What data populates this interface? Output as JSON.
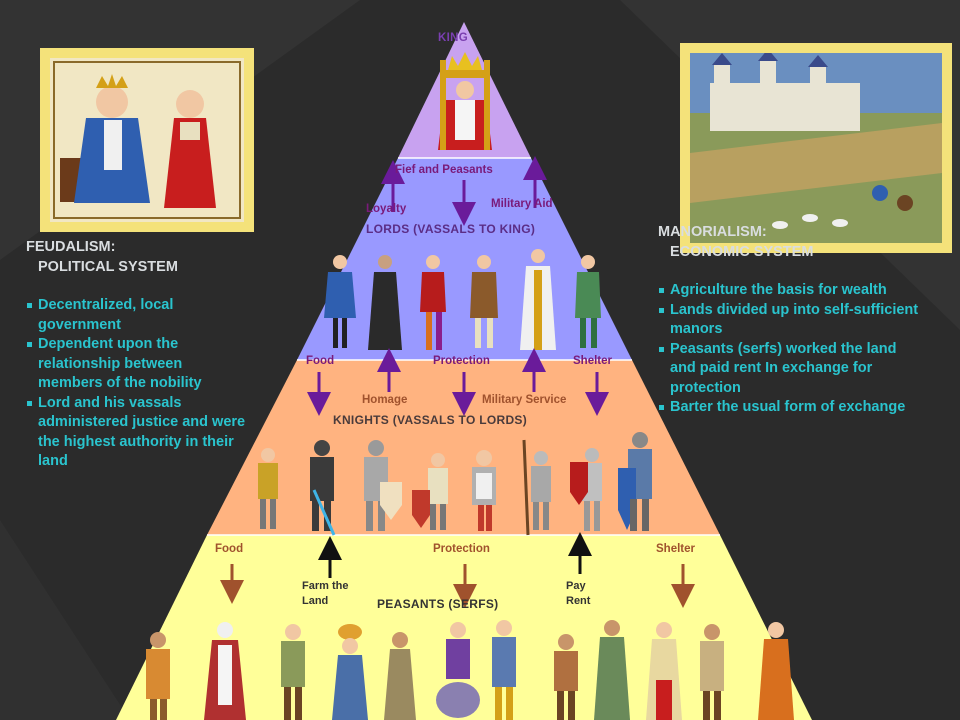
{
  "pyramid": {
    "king": {
      "label": "KING"
    },
    "lords": {
      "heading": "LORDS (VASSALS TO KING)",
      "exchanges": {
        "fief": "Fief and Peasants",
        "loyalty": "Loyalty",
        "military_aid": "Military Aid"
      }
    },
    "knights": {
      "heading": "KNIGHTS (VASSALS TO LORDS)",
      "exchanges": {
        "food": "Food",
        "protection": "Protection",
        "shelter": "Shelter",
        "homage": "Homage",
        "military_service": "Military Service"
      }
    },
    "peasants": {
      "heading": "PEASANTS (SERFS)",
      "exchanges": {
        "food": "Food",
        "protection": "Protection",
        "shelter": "Shelter",
        "farm_the_land_1": "Farm the",
        "farm_the_land_2": "Land",
        "pay_rent_1": "Pay",
        "pay_rent_2": "Rent"
      }
    },
    "colors": {
      "king": "#c8a2f0",
      "lords": "#9999ff",
      "knights": "#ffb380",
      "peasants": "#ffff99",
      "up_arrow": "#6a1b9a",
      "brown_arrow": "#a0522d",
      "black_arrow": "#111111"
    }
  },
  "feudalism": {
    "title": "FEUDALISM:",
    "subtitle": "POLITICAL SYSTEM",
    "bullets": [
      [
        "Decentralized, local",
        "government"
      ],
      [
        "Dependent upon the",
        "relationship between",
        "members of the nobility"
      ],
      [
        "Lord and his vassals",
        "administered justice and were",
        "the highest authority in their",
        "land"
      ]
    ]
  },
  "manorialism": {
    "title": "MANORIALISM:",
    "subtitle": "ECONOMIC SYSTEM",
    "bullets": [
      [
        "Agriculture the basis for wealth"
      ],
      [
        "Lands divided up into self-sufficient",
        "manors"
      ],
      [
        "Peasants (serfs) worked the land",
        "and paid rent In exchange for",
        "protection"
      ],
      [
        "Barter the usual form of exchange"
      ]
    ]
  },
  "images": {
    "left": "king-and-vassal-illustration",
    "right": "medieval-manor-illustration"
  }
}
